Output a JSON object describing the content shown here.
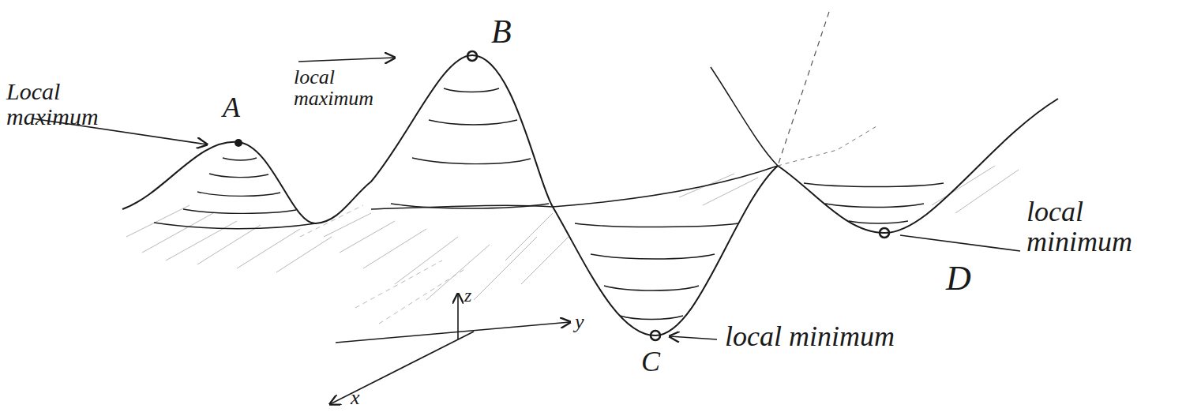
{
  "diagram": {
    "labels": [
      "Local maximum",
      "A",
      "local maximum",
      "B",
      "z",
      "y",
      "x",
      "C",
      "local minimum",
      "D",
      "local minimum"
    ]
  }
}
